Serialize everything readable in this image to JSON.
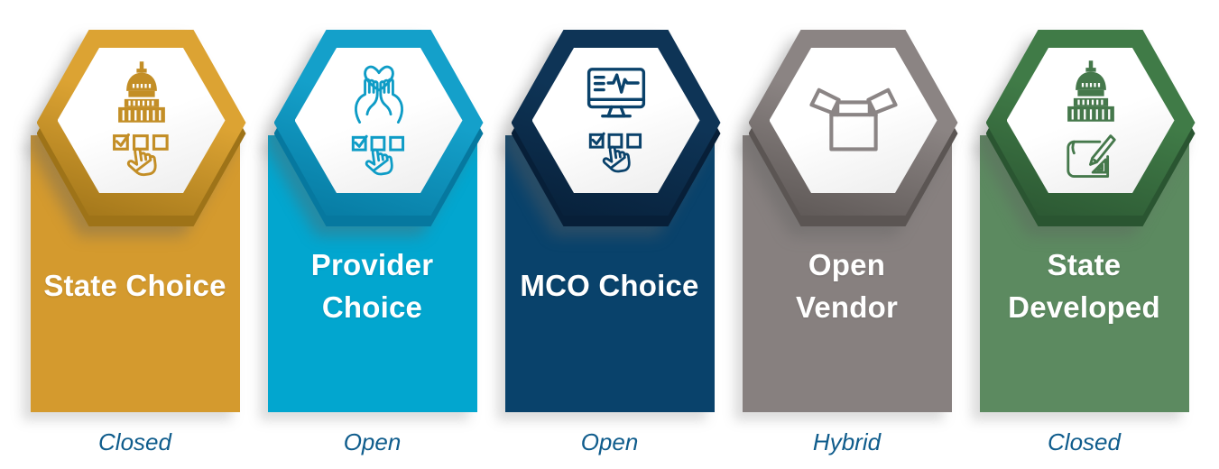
{
  "page": {
    "background": "#FFFFFF",
    "status_text_color": "#0F5C8C"
  },
  "cards": [
    {
      "title": "State Choice",
      "status": "Closed",
      "body_color": "#D49A2E",
      "ring_color": "#DCA333",
      "ring_dark": "#9E7318",
      "icon_color": "#C38E26",
      "icons": [
        "capitol-icon",
        "ballot-checkbox-icon"
      ]
    },
    {
      "title": "Provider Choice",
      "status": "Open",
      "body_color": "#02A6CF",
      "ring_color": "#14A0CA",
      "ring_dark": "#06789F",
      "icon_color": "#0E9CC6",
      "icons": [
        "heart-in-hands-icon",
        "ballot-checkbox-icon"
      ]
    },
    {
      "title": "MCO Choice",
      "status": "Open",
      "body_color": "#09426B",
      "ring_color": "#0E3456",
      "ring_dark": "#071F38",
      "icon_color": "#0A426B",
      "icons": [
        "monitor-ekg-icon",
        "ballot-checkbox-icon"
      ]
    },
    {
      "title": "Open Vendor",
      "status": "Hybrid",
      "body_color": "#87807F",
      "ring_color": "#8B8483",
      "ring_dark": "#5B5553",
      "icon_color": "#8B8585",
      "icons": [
        "open-box-icon"
      ]
    },
    {
      "title": "State Developed",
      "status": "Closed",
      "body_color": "#5C8A60",
      "ring_color": "#407B47",
      "ring_dark": "#2A5531",
      "icon_color": "#45784B",
      "icons": [
        "capitol-icon",
        "blueprint-icon"
      ]
    }
  ]
}
